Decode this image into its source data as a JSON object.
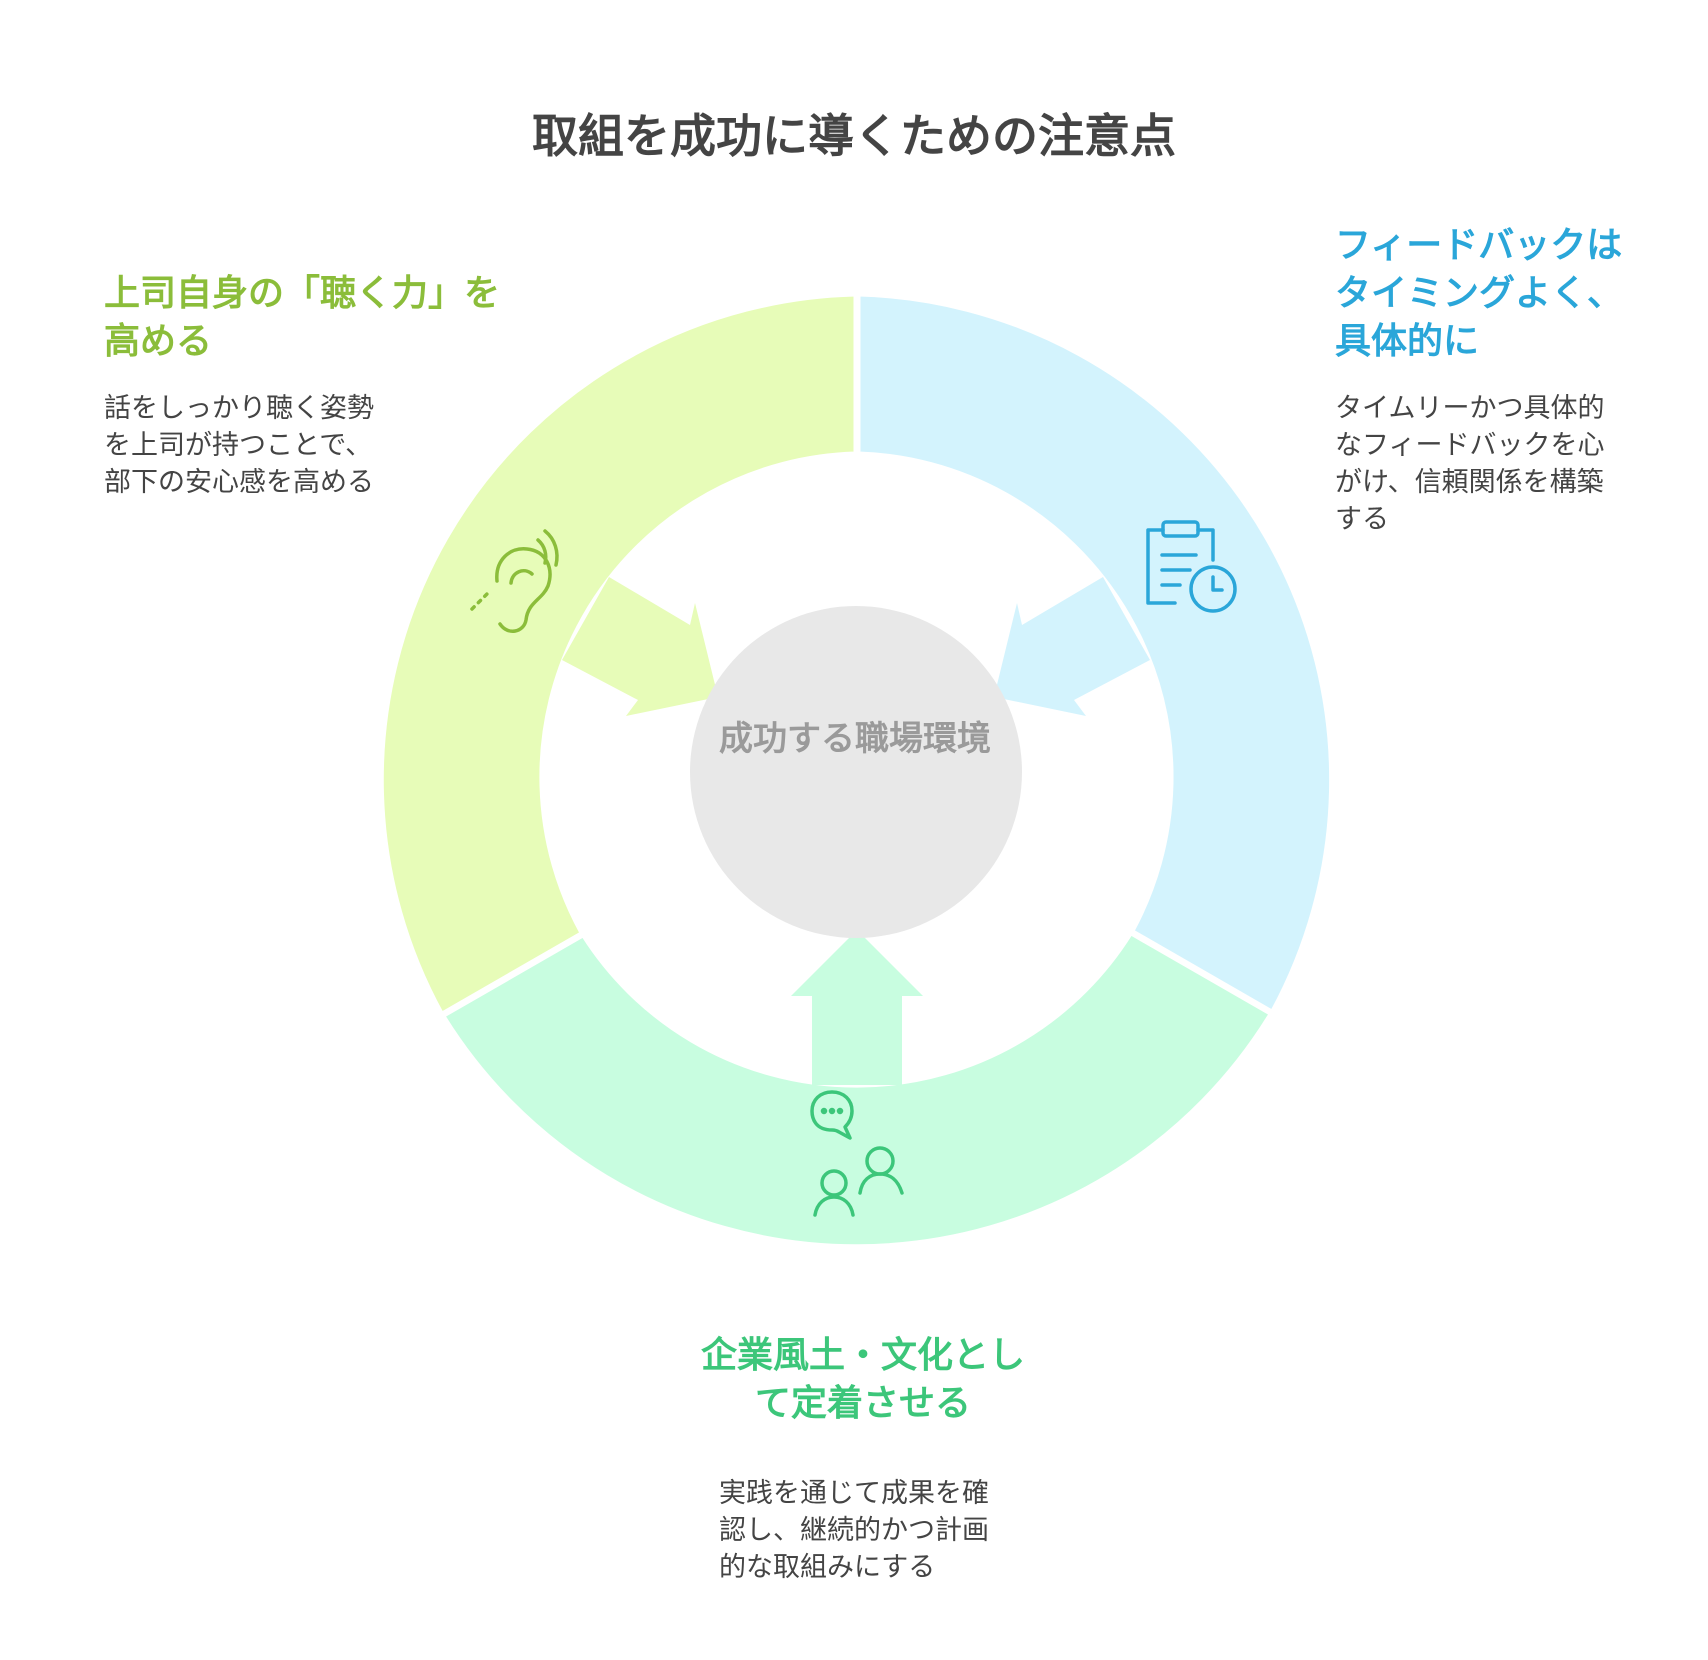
{
  "title": "取組を成功に導くための注意点",
  "center": {
    "label": "成功する職場環境"
  },
  "sections": {
    "left": {
      "heading": "上司自身の「聴く力」を高める",
      "description": "話をしっかり聴く姿勢を上司が持つことで、部下の安心感を高める",
      "color": "#8bbd3a",
      "fill": "#e7fcb8",
      "icon": "ear-icon"
    },
    "right": {
      "heading": "フィードバックはタイミングよく、具体的に",
      "description": "タイムリーかつ具体的なフィードバックを心がけ、信頼関係を構築する",
      "color": "#2aa6d9",
      "fill": "#d3f3fd",
      "icon": "clipboard-clock-icon"
    },
    "bottom": {
      "heading": "企業風土・文化として定着させる",
      "description": "実践を通じて成果を確認し、継続的かつ計画的な取組みにする",
      "color": "#3cc67a",
      "fill": "#c8fde0",
      "icon": "people-chat-icon"
    }
  },
  "center_fill": "#e8e8e8"
}
